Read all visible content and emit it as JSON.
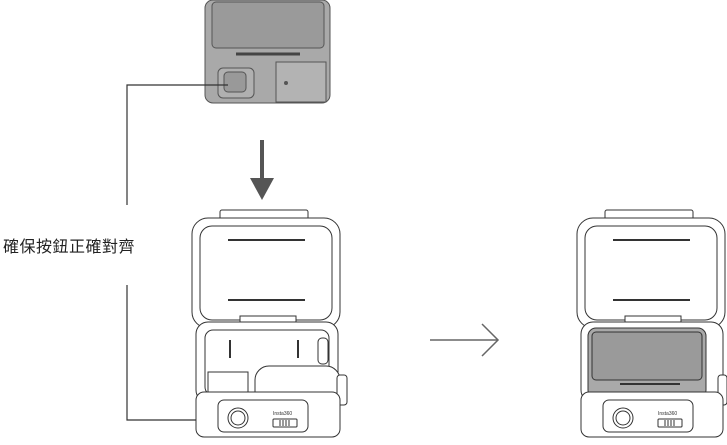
{
  "instruction_label": "確保按鈕正確對齊",
  "case_brand_left": "Insta360",
  "case_brand_right": "Insta360",
  "colors": {
    "camera_body": "#a9a9a9",
    "camera_screen": "#8f8f8f",
    "line": "#333333",
    "arrow": "#555555"
  }
}
